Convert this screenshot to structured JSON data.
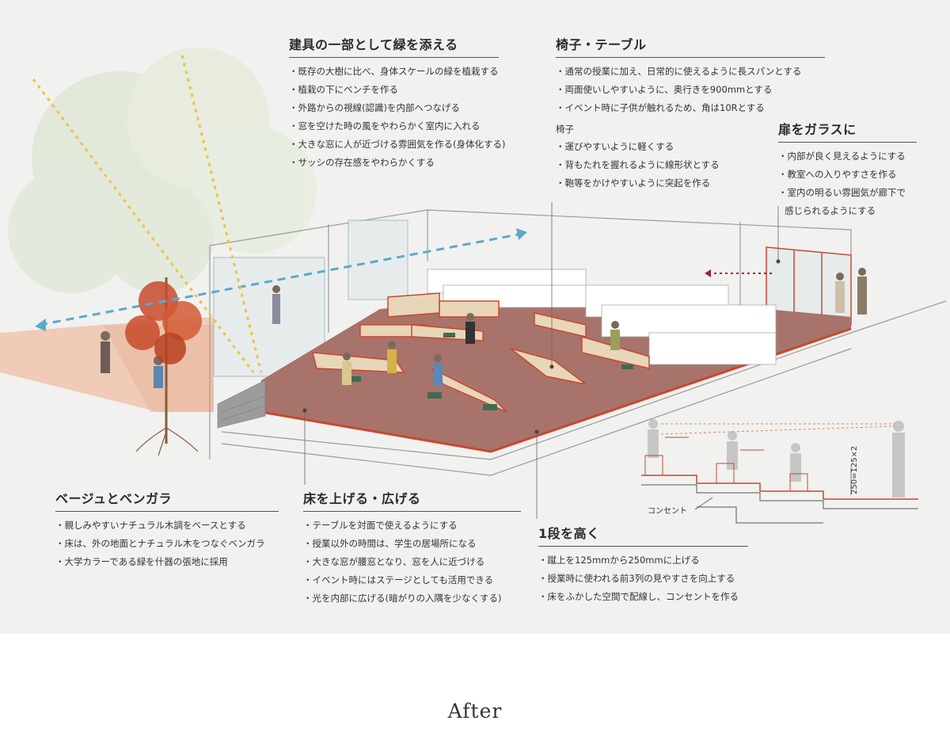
{
  "sections": {
    "greenery": {
      "title": "建具の一部として緑を添える",
      "items": [
        "・既存の大樹に比べ、身体スケールの緑を植栽する",
        "・植栽の下にベンチを作る",
        "・外路からの視線(認識)を内部へつなげる",
        "・窓を空けた時の風をやわらかく室内に入れる",
        "・大きな窓に人が近づける雰囲気を作る(身体化する)",
        "・サッシの存在感をやわらかくする"
      ]
    },
    "furniture": {
      "title": "椅子・テーブル",
      "items": [
        "・通常の授業に加え、日常的に使えるように長スパンとする",
        "・両面使いしやすいように、奥行きを900mmとする",
        "・イベント時に子供が触れるため、角は10Rとする"
      ],
      "subtitle": "椅子",
      "subitems": [
        "・運びやすいように軽くする",
        "・背もたれを握れるように線形状とする",
        "・鞄等をかけやすいように突起を作る"
      ]
    },
    "door": {
      "title": "扉をガラスに",
      "items": [
        "・内部が良く見えるようにする",
        "・教室への入りやすさを作る",
        "・室内の明るい雰囲気が廊下で",
        "感じられるようにする"
      ]
    },
    "colors": {
      "title": "ベージュとベンガラ",
      "items": [
        "・親しみやすいナチュラル木調をベースとする",
        "・床は、外の地面とナチュラル木をつなぐベンガラ",
        "・大学カラーである緑を什器の張地に採用"
      ]
    },
    "floor": {
      "title": "床を上げる・広げる",
      "items": [
        "・テーブルを対面で使えるようにする",
        "・授業以外の時間は、学生の居場所になる",
        "・大きな窓が腰窓となり、窓を人に近づける",
        "・イベント時にはステージとしても活用できる",
        "・光を内部に広げる(暗がりの入隅を少なくする)"
      ]
    },
    "step": {
      "title": "1段を高く",
      "items": [
        "・蹴上を125mmから250mmに上げる",
        "・授業時に使われる前3列の見やすさを向上する",
        "・床をふかした空間で配線し、コンセントを作る"
      ]
    }
  },
  "section_labels": {
    "outlet": "コンセント",
    "dimension": "250=125×2"
  },
  "caption": "After",
  "colors": {
    "floor": "#a8736b",
    "bengara": "#c8482f",
    "green": "#3f6b52",
    "wood": "#e8d6b8",
    "tree_leaf": "#c84a2c",
    "wind": "#5ba8cf",
    "sun": "#f0c23a",
    "sight": "#a0233d"
  }
}
